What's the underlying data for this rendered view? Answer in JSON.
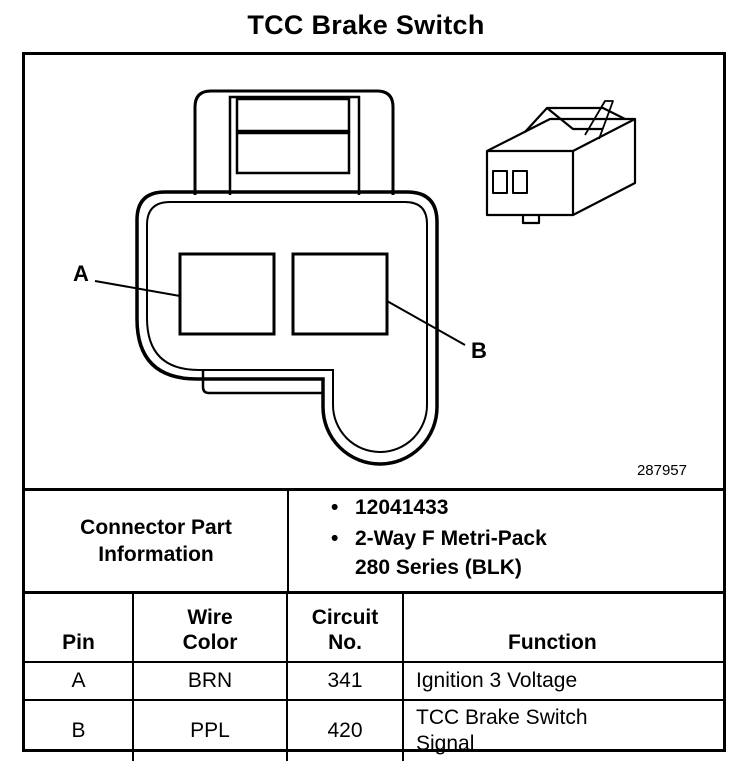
{
  "title": "TCC Brake Switch",
  "diagram": {
    "callout_a": "A",
    "callout_b": "B",
    "figure_number": "287957"
  },
  "connector": {
    "label_line1": "Connector Part",
    "label_line2": "Information",
    "items": [
      "12041433",
      "2-Way F Metri-Pack",
      "280 Series (BLK)"
    ]
  },
  "table": {
    "headers": {
      "pin": "Pin",
      "wire_line1": "Wire",
      "wire_line2": "Color",
      "circuit_line1": "Circuit",
      "circuit_line2": "No.",
      "function": "Function"
    },
    "rows": [
      {
        "pin": "A",
        "color": "BRN",
        "circuit": "341",
        "function_line1": "Ignition 3 Voltage",
        "function_line2": ""
      },
      {
        "pin": "B",
        "color": "PPL",
        "circuit": "420",
        "function_line1": "TCC Brake Switch",
        "function_line2": "Signal"
      }
    ]
  }
}
